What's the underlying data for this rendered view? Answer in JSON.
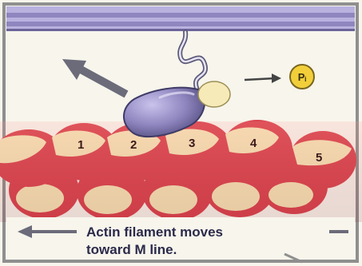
{
  "diagram": {
    "caption_line1": "Actin filament moves",
    "caption_line2": "toward M line.",
    "phosphate_label": "Pᵢ",
    "actin_subunit_numbers": [
      "1",
      "2",
      "3",
      "4",
      "5"
    ],
    "colors": {
      "background": "#f7f5ec",
      "frame": "#8f8f8f",
      "thick_filament": "#9b93c8",
      "myosin_head": "#8f86bf",
      "actin_red": "#d9444e",
      "actin_pale": "#f6e6b7",
      "phosphate_yellow": "#f2cf3a",
      "arrow_gray": "#6b6b7a"
    }
  }
}
